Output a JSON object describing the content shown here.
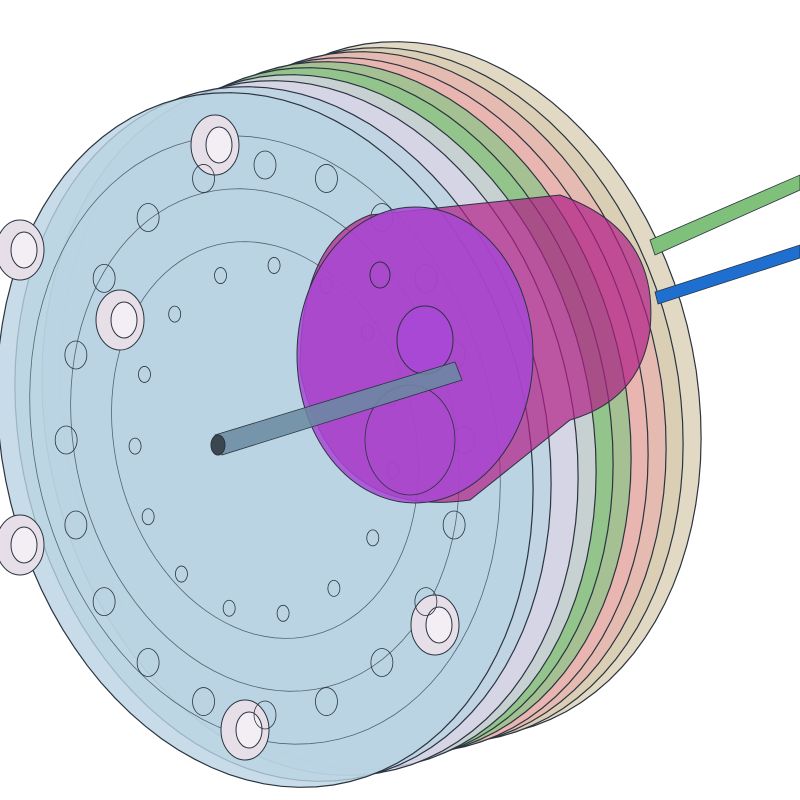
{
  "view": {
    "background": "#ffffff",
    "outline_color": "#2a3440"
  },
  "model": {
    "layers": [
      {
        "name": "rear-plate",
        "color": "#d8ccb0"
      },
      {
        "name": "pink-plate",
        "color": "#e8b4b0"
      },
      {
        "name": "green-plate",
        "color": "#8fc48a"
      },
      {
        "name": "lavender-plate",
        "color": "#d9d6ea"
      },
      {
        "name": "front-plate",
        "color": "#b9d3e2"
      }
    ],
    "insert_color": "#a848d4",
    "insert_dark_color": "#b01e86",
    "tube_green_color": "#7fc07a",
    "tube_blue_color": "#1e6fd0",
    "needle_color": "#6a8aa0"
  }
}
